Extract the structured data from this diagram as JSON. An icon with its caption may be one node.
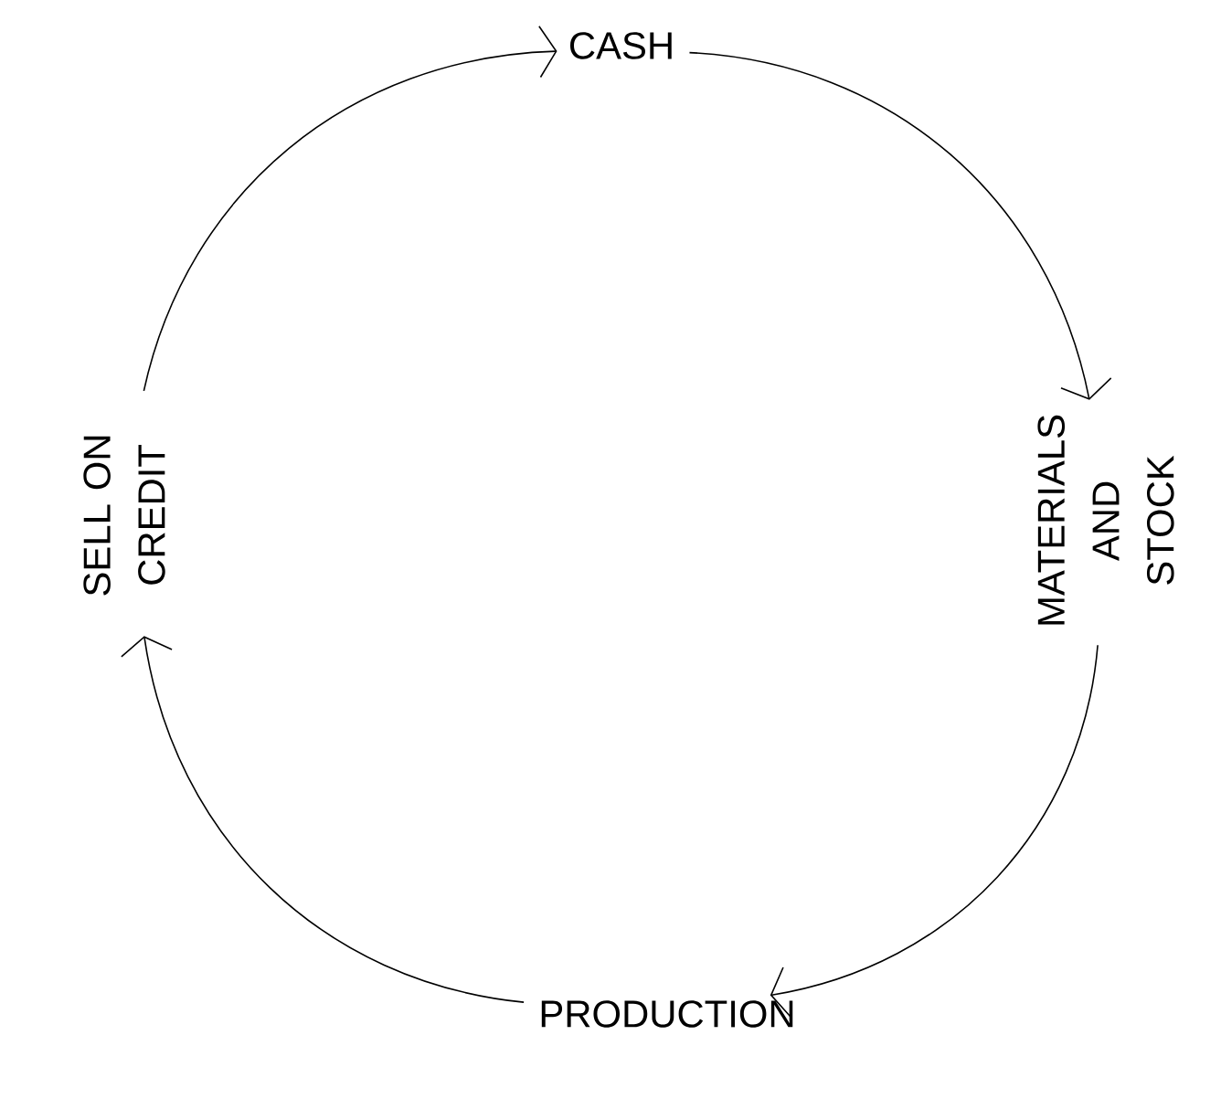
{
  "diagram": {
    "nodes": [
      {
        "text": [
          "CASH"
        ]
      },
      {
        "text": [
          "MATERIALS AND STOCK"
        ]
      },
      {
        "text": [
          "PRODUCTION"
        ]
      },
      {
        "text": [
          "SELL ON CREDIT"
        ]
      }
    ],
    "edges": [
      {
        "from": 0,
        "to": 1,
        "arrow": "to"
      },
      {
        "from": 1,
        "to": 2,
        "arrow": "to"
      },
      {
        "from": 2,
        "to": 3,
        "arrow": "to"
      },
      {
        "from": 3,
        "to": 0,
        "arrow": "to"
      }
    ]
  }
}
